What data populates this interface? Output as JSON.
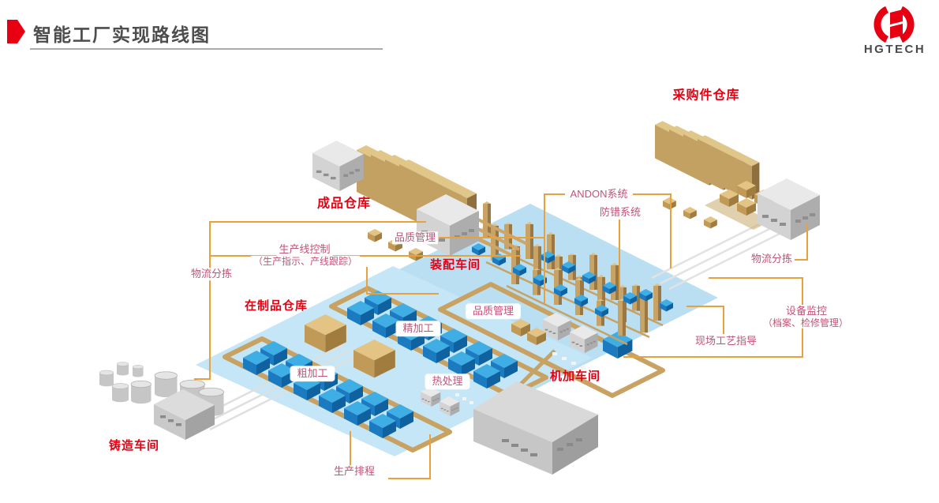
{
  "slide": {
    "title": "智能工厂实现路线图"
  },
  "logo": {
    "company": "HGTECH"
  },
  "colors": {
    "accent_red": "#E60012",
    "area_label_red": "#E60012",
    "system_label_pink": "#C2527A",
    "connector_orange": "#E8A13C",
    "floor_blue": "#BCE0F2",
    "rack_tan": "#C2A163",
    "machine_blue": "#1B7AC0",
    "title_gray": "#4D4D4D"
  },
  "diagram": {
    "labels": [
      {
        "id": "purchase-warehouse",
        "text": "采购件仓库",
        "type": "area"
      },
      {
        "id": "finished-warehouse",
        "text": "成品仓库",
        "type": "area"
      },
      {
        "id": "andon-system",
        "text": "ANDON系统",
        "type": "system"
      },
      {
        "id": "error-proofing-system",
        "text": "防错系统",
        "type": "system"
      },
      {
        "id": "quality-mgmt-top",
        "text": "品质管理",
        "type": "system"
      },
      {
        "id": "line-control",
        "text": "生产线控制",
        "type": "system"
      },
      {
        "id": "line-control-sub",
        "text": "（生产指示、产线跟踪）",
        "type": "system"
      },
      {
        "id": "logistics-sorting-left",
        "text": "物流分拣",
        "type": "system"
      },
      {
        "id": "assembly-shop",
        "text": "装配车间",
        "type": "area"
      },
      {
        "id": "wip-warehouse",
        "text": "在制品仓库",
        "type": "area"
      },
      {
        "id": "quality-mgmt-mid",
        "text": "品质管理",
        "type": "system"
      },
      {
        "id": "fine-machining",
        "text": "精加工",
        "type": "station"
      },
      {
        "id": "equipment-monitoring",
        "text": "设备监控",
        "type": "system"
      },
      {
        "id": "equipment-monitoring-sub",
        "text": "（档案、检修管理）",
        "type": "system"
      },
      {
        "id": "onsite-process-guidance",
        "text": "现场工艺指导",
        "type": "system"
      },
      {
        "id": "logistics-sorting-right",
        "text": "物流分拣",
        "type": "system"
      },
      {
        "id": "rough-machining",
        "text": "粗加工",
        "type": "station"
      },
      {
        "id": "heat-treatment",
        "text": "热处理",
        "type": "station"
      },
      {
        "id": "machining-shop",
        "text": "机加车间",
        "type": "area"
      },
      {
        "id": "casting-shop",
        "text": "铸造车间",
        "type": "area"
      },
      {
        "id": "production-scheduling",
        "text": "生产排程",
        "type": "system"
      }
    ]
  }
}
